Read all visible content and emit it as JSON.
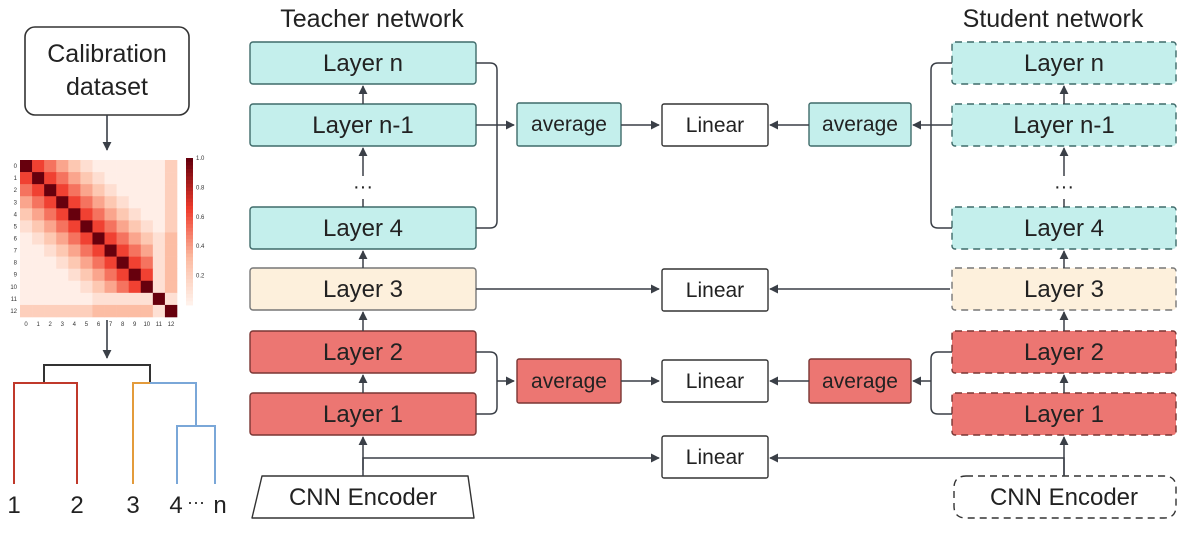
{
  "calibration": {
    "label_line1": "Calibration",
    "label_line2": "dataset"
  },
  "heatmap": {
    "row_ticks": [
      "0",
      "1",
      "2",
      "3",
      "4",
      "5",
      "6",
      "7",
      "8",
      "9",
      "10",
      "11",
      "12"
    ],
    "col_ticks": [
      "0",
      "1",
      "2",
      "3",
      "4",
      "5",
      "6",
      "7",
      "8",
      "9",
      "10",
      "11",
      "12"
    ],
    "colorbar_ticks": [
      "1.0",
      "0.8",
      "0.6",
      "0.4",
      "0.2"
    ],
    "colors": {
      "high": "#6b0c0c",
      "low": "#fff5f0"
    }
  },
  "dendrogram": {
    "leaves": [
      "1",
      "2",
      "3",
      "4",
      "···",
      "n"
    ],
    "colors": {
      "cluster1": "#c0392b",
      "cluster2": "#e39b3b",
      "cluster3": "#7aa7d8",
      "root": "#333333"
    }
  },
  "teacher": {
    "title": "Teacher network",
    "layers": {
      "n": "Layer n",
      "n1": "Layer n-1",
      "dots": "···",
      "l4": "Layer 4",
      "l3": "Layer 3",
      "l2": "Layer 2",
      "l1": "Layer 1"
    },
    "encoder": "CNN Encoder"
  },
  "student": {
    "title": "Student network",
    "layers": {
      "n": "Layer n",
      "n1": "Layer n-1",
      "dots": "···",
      "l4": "Layer 4",
      "l3": "Layer 3",
      "l2": "Layer 2",
      "l1": "Layer 1"
    },
    "encoder": "CNN Encoder"
  },
  "middle": {
    "avg_label": "average",
    "linear_label": "Linear"
  },
  "colors": {
    "cyan_fill": "#c4efec",
    "cyan_border": "#3f6b6a",
    "cream_fill": "#fdf0dc",
    "red_fill": "#ec7672",
    "red_border": "#7a3634",
    "arrow": "#3a3f47"
  }
}
